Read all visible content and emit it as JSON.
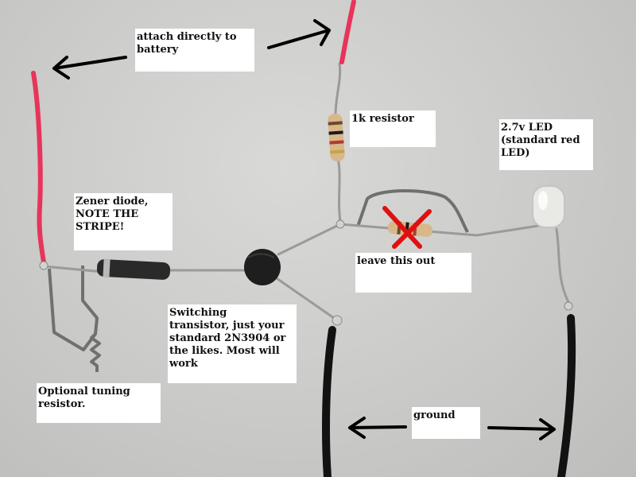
{
  "labels": {
    "battery": "attach directly to\nbattery",
    "resistor": "1k resistor",
    "led": "2.7v LED\n(standard red\nLED)",
    "zener": "Zener diode,\nNOTE THE\nSTRIPE!",
    "leave_out": "leave this out",
    "transistor": "Switching\ntransistor, just your\nstandard 2N3904 or\nthe likes. Most will\nwork",
    "tuning": "Optional tuning\nresistor.",
    "ground": "ground"
  },
  "colors": {
    "red_wire": "#e8345a",
    "black_wire": "#121212",
    "lead_wire": "#9a9a9a",
    "sketch_gray": "#6f6f6f",
    "cross_red": "#e01010"
  }
}
